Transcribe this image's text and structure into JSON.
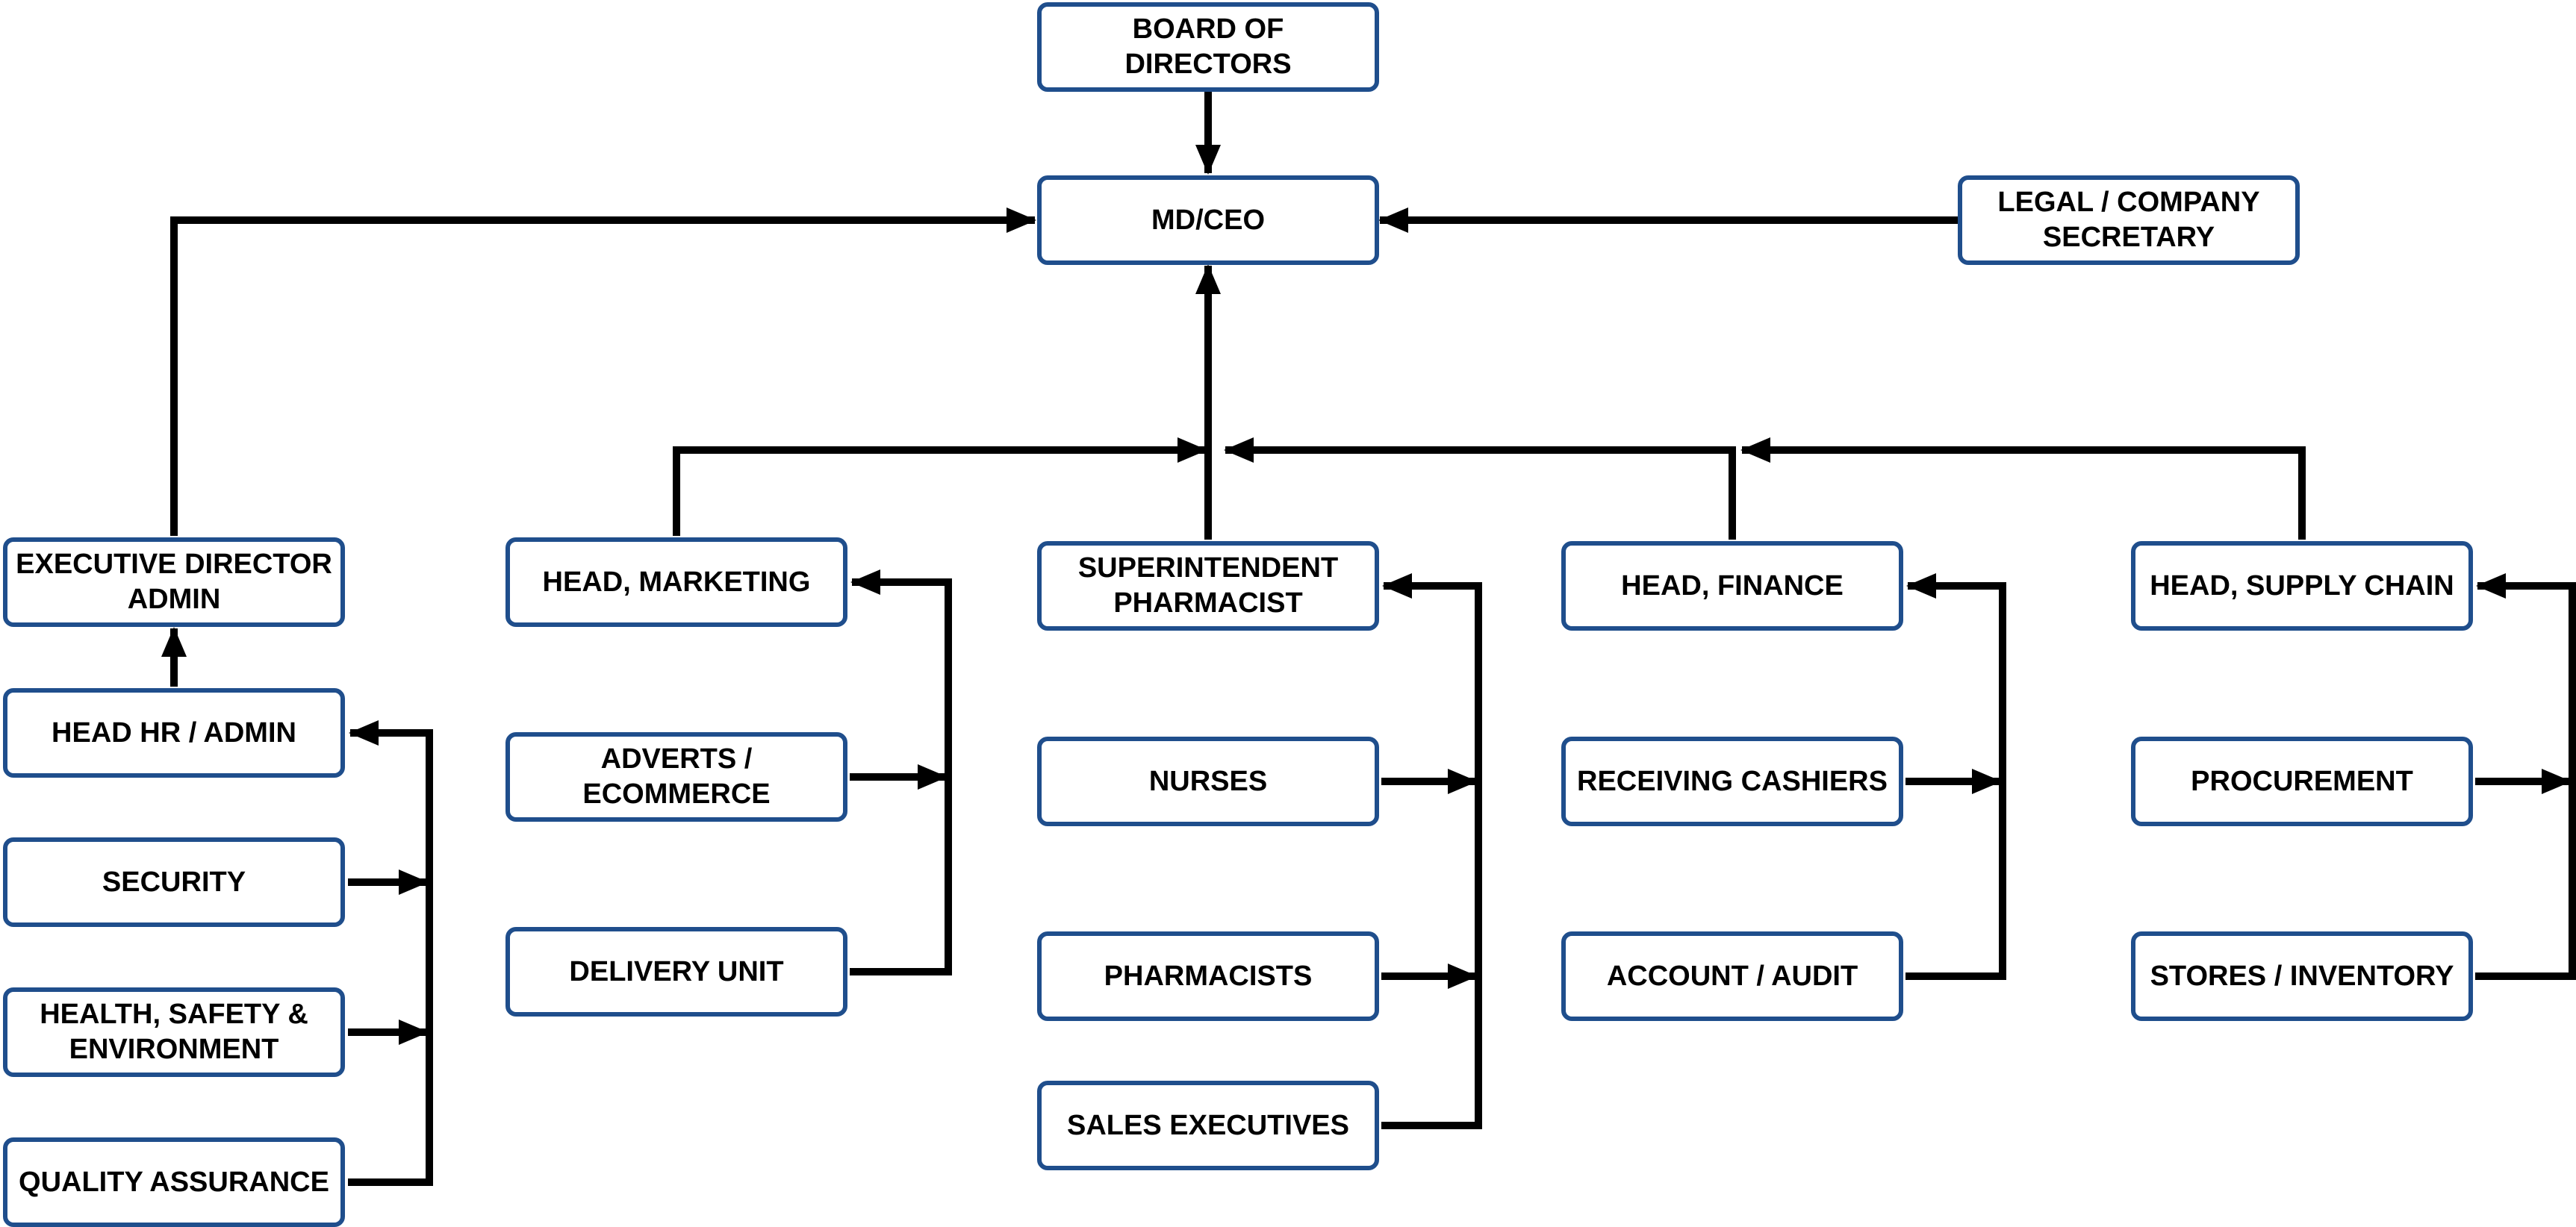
{
  "chart": {
    "board": "BOARD OF\nDIRECTORS",
    "ceo": "MD/CEO",
    "legal": "LEGAL / COMPANY\nSECRETARY",
    "exec_admin": "EXECUTIVE DIRECTOR\nADMIN",
    "hr": "HEAD HR / ADMIN",
    "security": "SECURITY",
    "hse": "HEALTH, SAFETY &\nENVIRONMENT",
    "qa": "QUALITY ASSURANCE",
    "marketing": "HEAD, MARKETING",
    "adverts": "ADVERTS /\nECOMMERCE",
    "delivery": "DELIVERY UNIT",
    "superintendent": "SUPERINTENDENT\nPHARMACIST",
    "nurses": "NURSES",
    "pharmacists": "PHARMACISTS",
    "sales": "SALES EXECUTIVES",
    "finance": "HEAD, FINANCE",
    "cashiers": "RECEIVING CASHIERS",
    "audit": "ACCOUNT / AUDIT",
    "supply": "HEAD, SUPPLY CHAIN",
    "procurement": "PROCUREMENT",
    "stores": "STORES / INVENTORY"
  },
  "colors": {
    "box_border": "#1F4E8C",
    "connector": "#000000"
  }
}
